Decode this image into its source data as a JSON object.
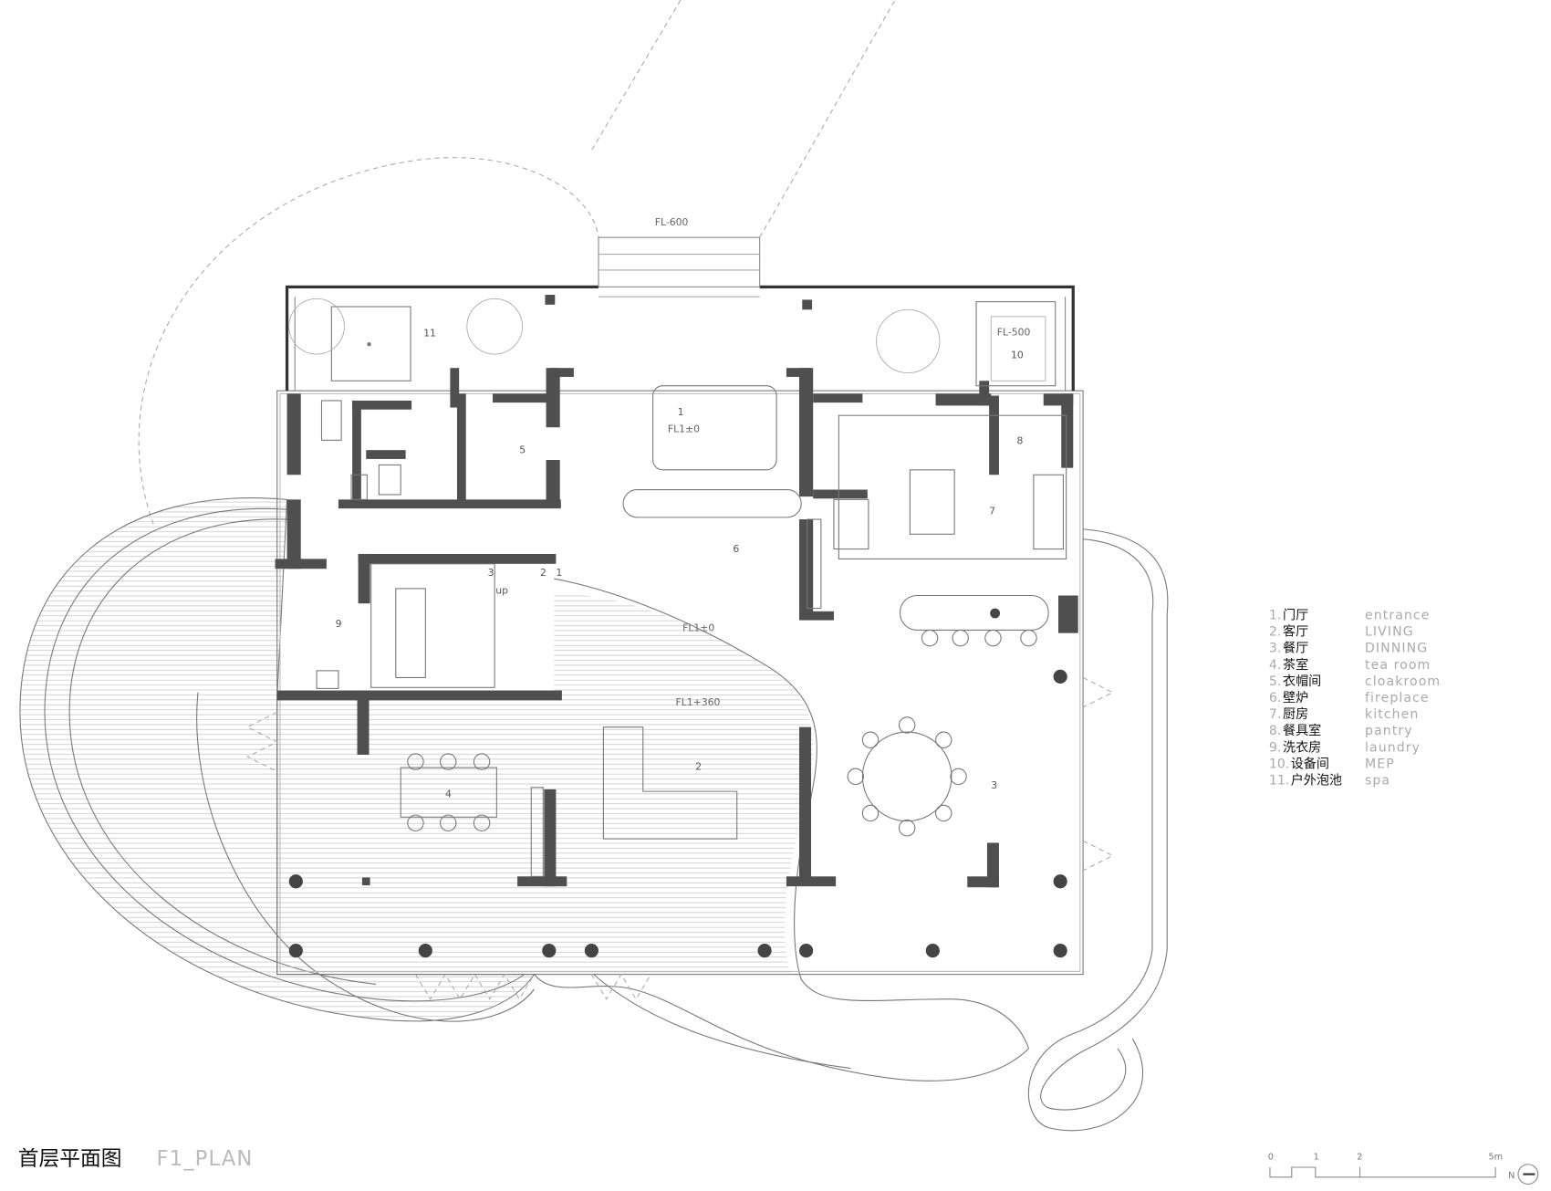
{
  "title": {
    "cn": "首层平面图",
    "en": "F1_PLAN"
  },
  "levels": {
    "top_entry": "FL-600",
    "mep": "FL-500",
    "entrance": "FL1±0",
    "main": "FL1±0",
    "living": "FL1+360"
  },
  "rooms": [
    "1",
    "2",
    "3",
    "4",
    "5",
    "6",
    "7",
    "8",
    "9",
    "10",
    "11"
  ],
  "stair": {
    "s3": "3",
    "s2": "2",
    "s1": "1",
    "up": "up"
  },
  "legend": [
    {
      "no": "1.",
      "cn": "门厅",
      "en": "entrance"
    },
    {
      "no": "2.",
      "cn": "客厅",
      "en": "LIVING"
    },
    {
      "no": "3.",
      "cn": "餐厅",
      "en": "DINNING"
    },
    {
      "no": "4.",
      "cn": "茶室",
      "en": "tea room"
    },
    {
      "no": "5.",
      "cn": "衣帽间",
      "en": "cloakroom"
    },
    {
      "no": "6.",
      "cn": "壁炉",
      "en": "fireplace"
    },
    {
      "no": "7.",
      "cn": "厨房",
      "en": "kitchen"
    },
    {
      "no": "8.",
      "cn": "餐具室",
      "en": "pantry"
    },
    {
      "no": "9.",
      "cn": "洗衣房",
      "en": "laundry"
    },
    {
      "no": "10.",
      "cn": "设备间",
      "en": "MEP"
    },
    {
      "no": "11.",
      "cn": "户外泡池",
      "en": "spa"
    }
  ],
  "scale_bar": {
    "ticks": [
      "0",
      "1",
      "2",
      "5m"
    ],
    "north": "N"
  },
  "colors": {
    "wall": "#4f4f4f",
    "line": "#777777",
    "hatch": "#bbbbbb"
  }
}
